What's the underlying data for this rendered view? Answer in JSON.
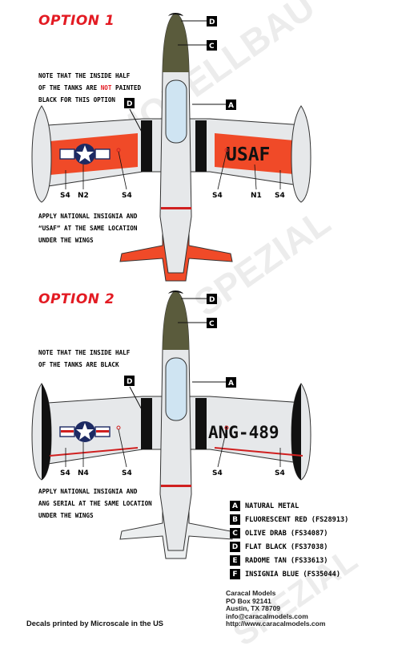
{
  "option1": {
    "title": "OPTION 1",
    "note_line1": "NOTE THAT THE INSIDE HALF",
    "note_line2_pre": "OF THE TANKS ARE ",
    "note_line2_red": "NOT",
    "note_line2_post": " PAINTED",
    "note_line3": "BLACK FOR THIS OPTION",
    "apply_line1": "APPLY NATIONAL INSIGNIA AND",
    "apply_line2": "“USAF” AT THE SAME LOCATION",
    "apply_line3": "UNDER THE WINGS",
    "wing_text": "USAF",
    "callouts": {
      "d_nose": "D",
      "c": "C",
      "a": "A",
      "d_side": "D"
    },
    "labels": {
      "s4_l1": "S4",
      "n2": "N2",
      "s4_l2": "S4",
      "s4_r1": "S4",
      "n1": "N1",
      "s4_r2": "S4"
    }
  },
  "option2": {
    "title": "OPTION 2",
    "note_line1": "NOTE THAT THE INSIDE HALF",
    "note_line2": "OF THE TANKS ARE BLACK",
    "apply_line1": "APPLY NATIONAL INSIGNIA AND",
    "apply_line2": "ANG SERIAL AT THE SAME LOCATION",
    "apply_line3": "UNDER THE WINGS",
    "wing_text": "ANG-489",
    "callouts": {
      "d_nose": "D",
      "c": "C",
      "a": "A",
      "d_side": "D"
    },
    "labels": {
      "s4_l1": "S4",
      "n4": "N4",
      "s4_l2": "S4",
      "s4_r1": "S4",
      "s4_r2": "S4"
    }
  },
  "legend": [
    {
      "key": "A",
      "name": "NATURAL METAL"
    },
    {
      "key": "B",
      "name": "FLUORESCENT RED (FS28913)"
    },
    {
      "key": "C",
      "name": "OLIVE DRAB (FS34087)"
    },
    {
      "key": "D",
      "name": "FLAT BLACK (FS37038)"
    },
    {
      "key": "E",
      "name": "RADOME TAN (FS33613)"
    },
    {
      "key": "F",
      "name": "INSIGNIA BLUE (FS35044)"
    }
  ],
  "address": {
    "company": "Caracal Models",
    "po_box": "PO Box 92141",
    "city": "Austin, TX 78709",
    "email": "info@caracalmodels.com",
    "web": "http://www.caracalmodels.com"
  },
  "printed_by": "Decals printed by Microscale in the US",
  "colors": {
    "natural_metal": "#e6e8ea",
    "fluorescent_red": "#f04a28",
    "olive_drab": "#5a5b3c",
    "flat_black": "#111111",
    "insignia_blue": "#1d2a63",
    "option_title_red": "#e31b23"
  }
}
